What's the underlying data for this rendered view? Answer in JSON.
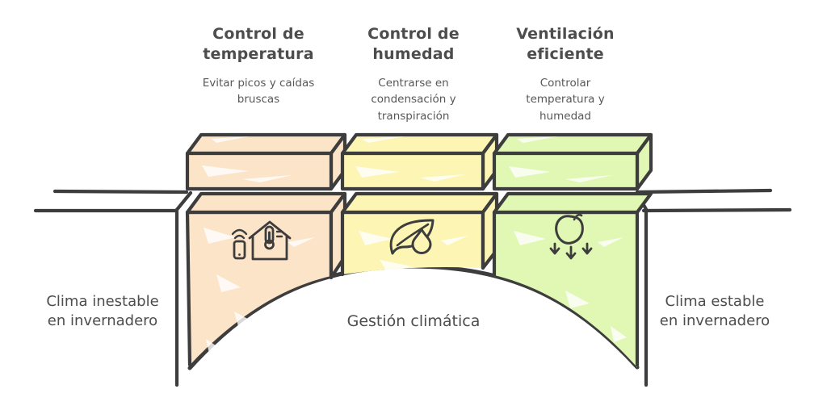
{
  "diagram": {
    "columns": [
      {
        "title": "Control de\ntemperatura",
        "subtitle": "Evitar picos y caídas\nbruscas",
        "icon": "smart-thermostat-house-icon",
        "fill": "#fce4c8"
      },
      {
        "title": "Control de\nhumedad",
        "subtitle": "Centrarse en\ncondensación y\ntranspiración",
        "icon": "leaf-water-drop-icon",
        "fill": "#fcf5b4"
      },
      {
        "title": "Ventilación\neficiente",
        "subtitle": "Controlar\ntemperatura y\nhumedad",
        "icon": "apple-airflow-down-icon",
        "fill": "#e0f8b4"
      }
    ],
    "bridge": {
      "left_label": "Clima inestable\nen invernadero",
      "center_label": "Gestión climática",
      "right_label": "Clima estable\nen invernadero"
    },
    "colors": {
      "outline": "#3d3d3d",
      "text": "#4d4d4d",
      "background": "#ffffff"
    }
  }
}
